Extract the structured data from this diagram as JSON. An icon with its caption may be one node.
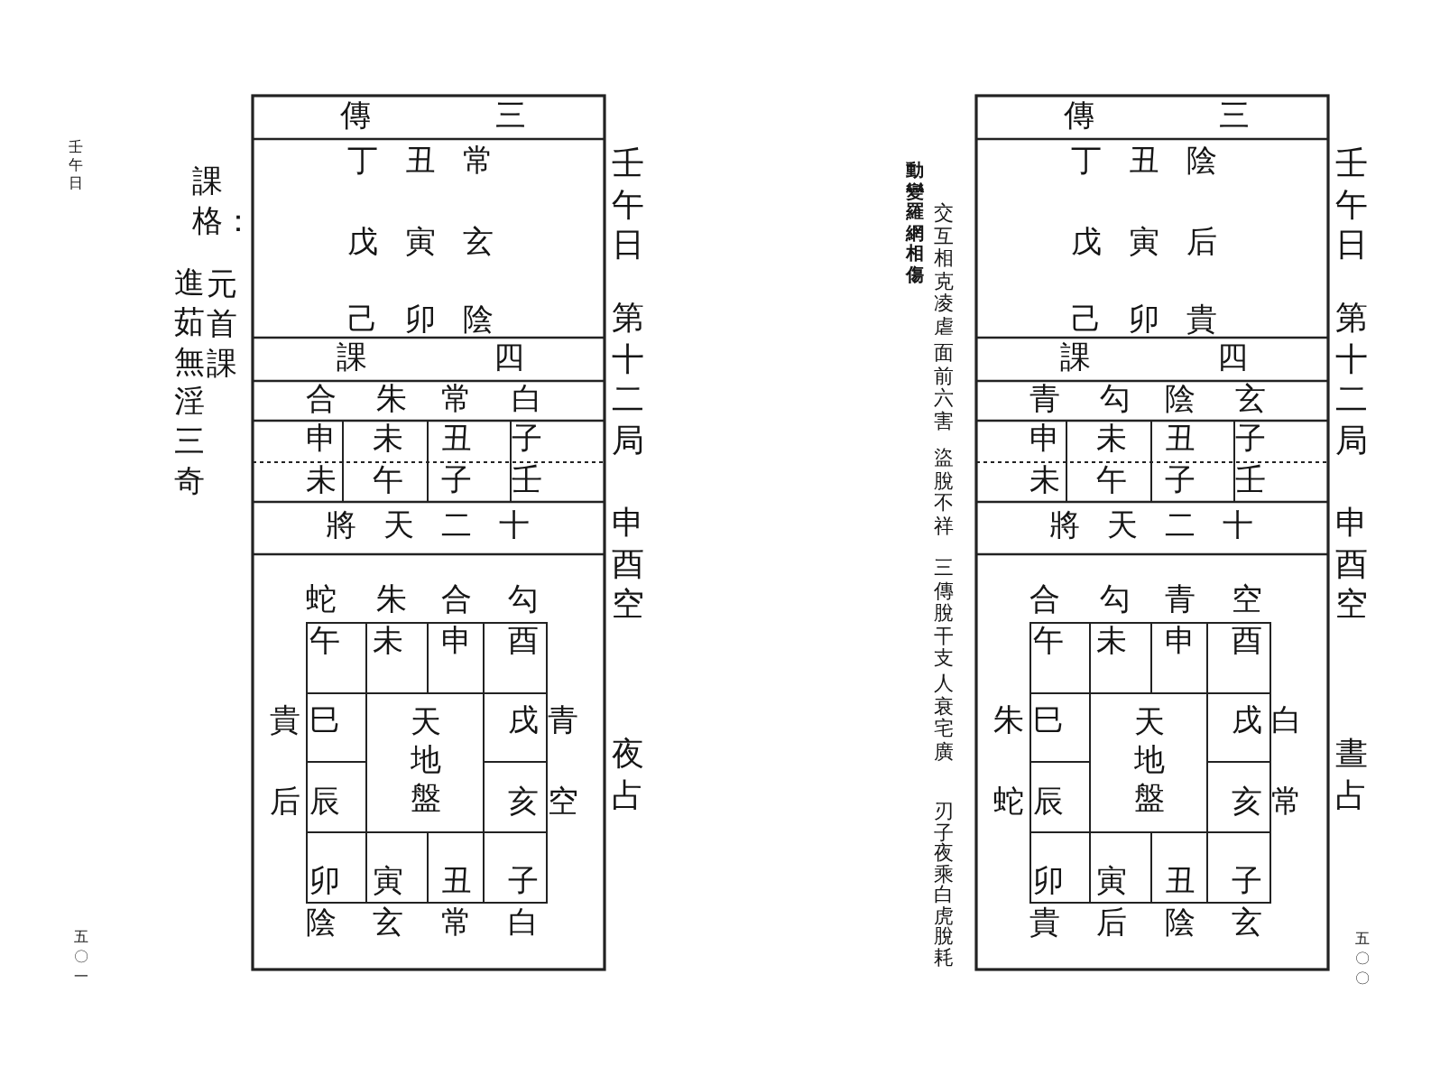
{
  "diagram": {
    "labels": [
      "壬午日",
      "課格：",
      "元首課",
      "進茹無淫三奇",
      "五〇一",
      "傳",
      "三",
      "丁丑常",
      "戊寅玄",
      "己卯陰",
      "課",
      "四",
      "合",
      "朱",
      "常",
      "白",
      "申",
      "未",
      "丑",
      "子",
      "未",
      "午",
      "子",
      "壬",
      "將天二十",
      "壬午日",
      "第十二局",
      "申酉空",
      "夜占",
      "蛇",
      "朱",
      "合",
      "勾",
      "午",
      "未",
      "申",
      "酉",
      "貴",
      "巳",
      "天地盤",
      "戌",
      "青",
      "后",
      "辰",
      "亥",
      "空",
      "卯",
      "寅",
      "丑",
      "子",
      "陰",
      "玄",
      "常",
      "白",
      "交互相克凌虐",
      "面前六害",
      "盜脫不祥",
      "三傳脫干支",
      "人衰宅廣",
      "刃子夜乘白虎脫耗",
      "動變羅網相傷",
      "五〇〇",
      "傳",
      "三",
      "丁丑陰",
      "戊寅后",
      "己卯貴",
      "課",
      "四",
      "青",
      "勾",
      "陰",
      "玄",
      "申",
      "未",
      "丑",
      "子",
      "未",
      "午",
      "子",
      "壬",
      "將天二十",
      "壬午日",
      "第十二局",
      "申酉空",
      "晝占",
      "合",
      "勾",
      "青",
      "空",
      "午",
      "未",
      "申",
      "酉",
      "朱",
      "巳",
      "天地盤",
      "戌",
      "白",
      "蛇",
      "辰",
      "亥",
      "常",
      "卯",
      "寅",
      "丑",
      "子",
      "貴",
      "后",
      "陰",
      "玄"
    ]
  }
}
